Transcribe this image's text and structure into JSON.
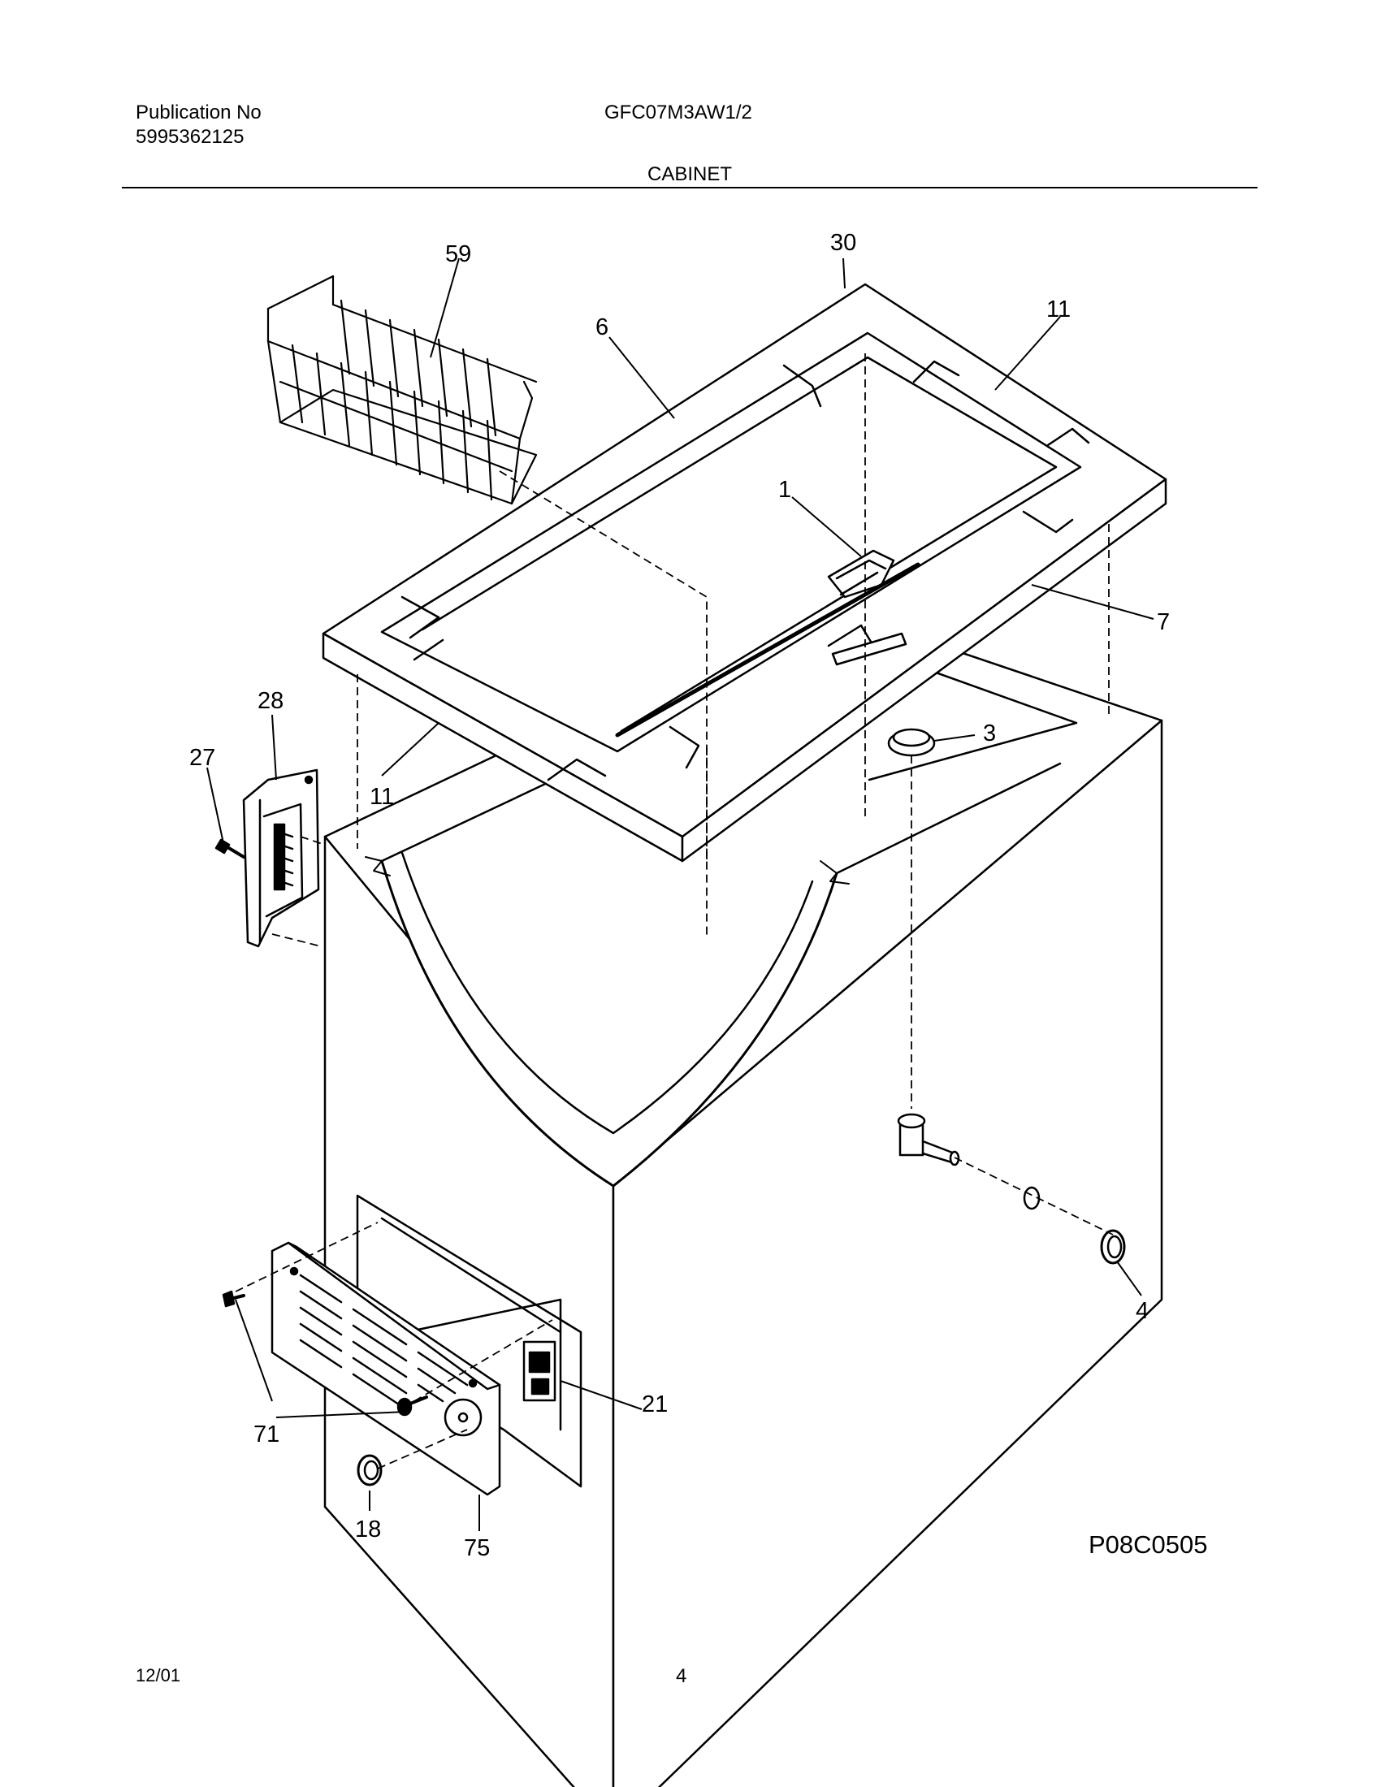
{
  "header": {
    "publication_label": "Publication No",
    "publication_number": "5995362125",
    "model": "GFC07M3AW1/2",
    "section": "CABINET"
  },
  "callouts": {
    "p59": "59",
    "p30": "30",
    "p11_top": "11",
    "p6": "6",
    "p1": "1",
    "p7": "7",
    "p28": "28",
    "p27": "27",
    "p11_left": "11",
    "p3": "3",
    "p4": "4",
    "p21": "21",
    "p71": "71",
    "p18": "18",
    "p75": "75"
  },
  "drawing_code": "P08C0505",
  "footer": {
    "date": "12/01",
    "page": "4"
  }
}
